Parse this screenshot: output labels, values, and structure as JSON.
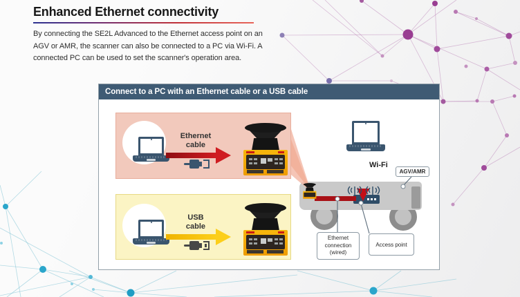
{
  "page": {
    "title": "Enhanced Ethernet connectivity",
    "intro_lines": [
      "By connecting the SE2L Advanced to the Ethernet access point on an",
      "AGV or AMR, the scanner can also be connected to a PC via Wi-Fi. A",
      "connected PC can be used to set the scanner's operation area."
    ]
  },
  "panel": {
    "header": "Connect to a PC with an Ethernet cable or a USB cable",
    "options": [
      {
        "id": "ethernet",
        "label": "Ethernet\ncable"
      },
      {
        "id": "usb",
        "label": "USB\ncable"
      }
    ],
    "wifi_label": "Wi-Fi",
    "vehicle_label": "AGV/AMR",
    "callouts": {
      "wired": "Ethernet\nconnection\n(wired)",
      "access_point": "Access point"
    }
  },
  "colors": {
    "header_bar": "#3f5b74",
    "accent_red": "#c8161d",
    "accent_yellow": "#f8c81c",
    "ethernet_box": "#f2c9bc",
    "usb_box": "#fbf4c4",
    "device_blue": "#3a556e",
    "scanner_yellow": "#f0a505",
    "network_purple": "#a85ba3",
    "network_teal": "#2ba6cb"
  }
}
